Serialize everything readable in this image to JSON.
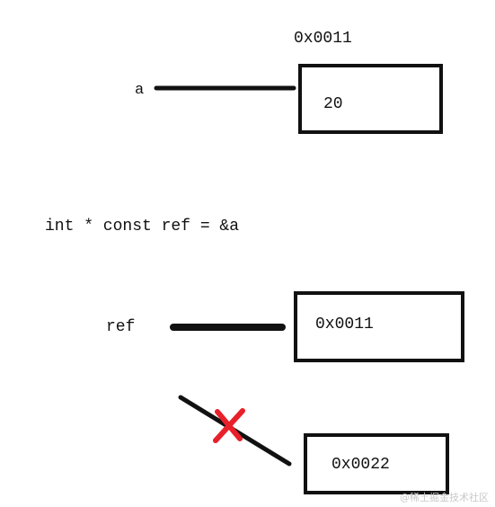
{
  "memory_a": {
    "address": "0x0011",
    "variable": "a",
    "value": "20"
  },
  "code_line": "int * const ref = &a",
  "pointer_ref": {
    "variable": "ref",
    "value": "0x0011"
  },
  "invalid_target": {
    "value": "0x0022"
  },
  "colors": {
    "ink": "#111111",
    "cross": "#e8202a"
  },
  "watermark": "@稀土掘金技术社区"
}
